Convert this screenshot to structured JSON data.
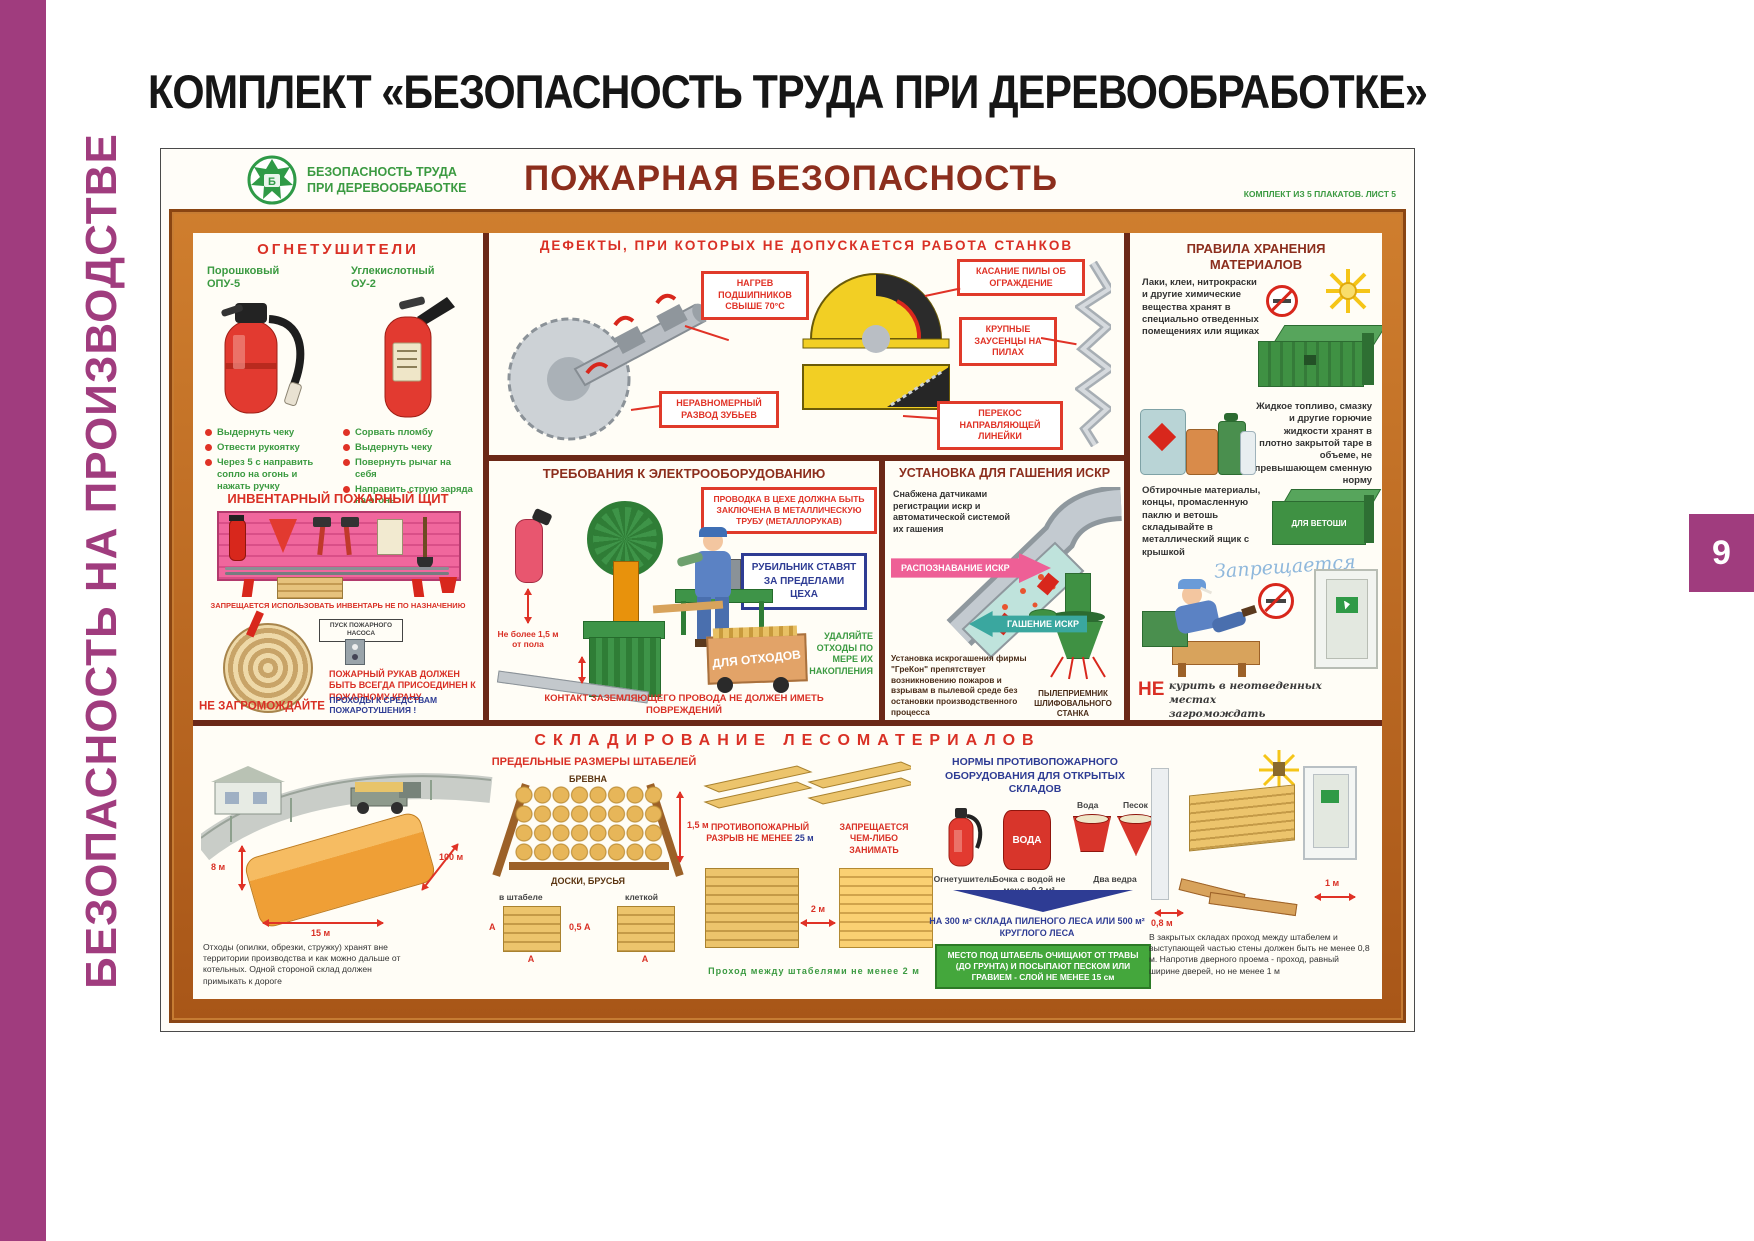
{
  "colors": {
    "accent_purple": "#a03c7e",
    "frame_wood": "#b5661e",
    "divider_brown": "#6b2817",
    "header_red": "#d93025",
    "title_dark_red": "#8c2e1d",
    "green": "#3b9a41",
    "blue": "#2e3c94",
    "arrow_pink": "#ee5f96",
    "arrow_teal": "#3aa79f"
  },
  "page": {
    "sidebar_text": "БЕЗОПАСНОСТЬ НА ПРОИЗВОДСТВЕ",
    "page_number": "9",
    "title": "КОМПЛЕКТ «БЕЗОПАСНОСТЬ ТРУДА ПРИ ДЕРЕВООБРАБОТКЕ»"
  },
  "poster": {
    "header": {
      "logo_letter": "Б",
      "brand_line1": "БЕЗОПАСНОСТЬ  ТРУДА",
      "brand_line2": "ПРИ ДЕРЕВООБРАБОТКЕ",
      "title": "ПОЖАРНАЯ БЕЗОПАСНОСТЬ",
      "sheet_info": "КОМПЛЕКТ ИЗ 5 ПЛАКАТОВ. ЛИСТ 5"
    },
    "extinguishers": {
      "title": "ОГНЕТУШИТЕЛИ",
      "powder_name": "Порошковый",
      "powder_model": "ОПУ-5",
      "co2_name": "Углекислотный",
      "co2_model": "ОУ-2",
      "powder_steps": [
        "Выдернуть чеку",
        "Отвести рукоятку",
        "Через 5 с направить сопло на огонь и нажать ручку"
      ],
      "co2_steps": [
        "Сорвать пломбу",
        "Выдернуть чеку",
        "Повернуть рычаг на себя",
        "Направить струю заряда на огонь"
      ]
    },
    "shield": {
      "title": "ИНВЕНТАРНЫЙ ПОЖАРНЫЙ ЩИТ",
      "misuse_warning": "ЗАПРЕЩАЕТСЯ ИСПОЛЬЗОВАТЬ ИНВЕНТАРЬ НЕ ПО НАЗНАЧЕНИЮ",
      "pump_sign": "ПУСК ПОЖАРНОГО НАСОСА",
      "hose_note": "ПОЖАРНЫЙ РУКАВ ДОЛЖЕН БЫТЬ ВСЕГДА ПРИСОЕДИНЕН К ПОЖАРНОМУ КРАНУ",
      "no_block_lead": "НЕ ЗАГРОМОЖДАЙТЕ",
      "no_block_rest": "ПРОХОДЫ К СРЕДСТВАМ ПОЖАРОТУШЕНИЯ !"
    },
    "defects": {
      "title": "ДЕФЕКТЫ, ПРИ КОТОРЫХ НЕ ДОПУСКАЕТСЯ РАБОТА СТАНКОВ",
      "callout_bearing": "НАГРЕВ ПОДШИПНИКОВ СВЫШЕ 70°С",
      "callout_touch": "КАСАНИЕ ПИЛЫ ОБ ОГРАЖДЕНИЕ",
      "callout_burrs": "КРУПНЫЕ ЗАУСЕНЦЫ НА ПИЛАХ",
      "callout_set": "НЕРАВНОМЕРНЫЙ РАЗВОД ЗУБЬЕВ",
      "callout_skew": "ПЕРЕКОС НАПРАВЛЯЮЩЕЙ ЛИНЕЙКИ"
    },
    "electrical": {
      "title": "ТРЕБОВАНИЯ К ЭЛЕКТРООБОРУДОВАНИЮ",
      "wiring_callout": "ПРОВОДКА В ЦЕХЕ ДОЛЖНА БЫТЬ ЗАКЛЮЧЕНА В МЕТАЛЛИЧЕСКУЮ ТРУБУ (МЕТАЛЛОРУКАВ)",
      "switch_callout": "РУБИЛЬНИК СТАВЯТ ЗА ПРЕДЕЛАМИ ЦЕХА",
      "height_note": "Не более 1,5 м от пола",
      "contact_note": "КОНТАКТ ЗАЗЕМЛЯЮЩЕГО ПРОВОДА НЕ ДОЛЖЕН ИМЕТЬ ПОВРЕЖДЕНИЙ",
      "bin_label": "ДЛЯ ОТХОДОВ",
      "removal_note": "УДАЛЯЙТЕ ОТХОДЫ ПО МЕРЕ ИХ НАКОПЛЕНИЯ"
    },
    "sparks": {
      "title": "УСТАНОВКА ДЛЯ ГАШЕНИЯ ИСКР",
      "description": "Снабжена датчиками регистрации искр и автоматической системой их гашения",
      "detect_label": "РАСПОЗНАВАНИЕ ИСКР",
      "quench_label": "ГАШЕНИЕ ИСКР",
      "grecon_note": "Установка искрогашения фирмы \"ГреКон\" препятствует возникновению пожаров и взрывам в пылевой среде без остановки производственного процесса",
      "dust_label": "ПЫЛЕПРИЕМНИК ШЛИФОВАЛЬНОГО СТАНКА"
    },
    "materials": {
      "title": "ПРАВИЛА ХРАНЕНИЯ МАТЕРИАЛОВ",
      "chem_note": "Лаки, клеи, нитрокраски и другие химические вещества хранят в специально отведенных помещениях или ящиках",
      "fuel_note": "Жидкое топливо, смазку и другие горючие жидкости хранят в плотно закрытой таре в объеме, не превышающем сменную норму",
      "rags_note": "Обтирочные материалы, концы, промасленную паклю и ветошь складывайте в металлический ящик с крышкой",
      "rags_box_label": "ДЛЯ ВЕТОШИ",
      "script_word": "Запрещается",
      "no_lead": "НЕ",
      "no_item1": "курить в неотведенных местах",
      "no_item2": "загромождать эвакуационные выходы"
    },
    "lumber": {
      "title": "СКЛАДИРОВАНИЕ ЛЕСОМАТЕРИАЛОВ",
      "dim_8": "8 м",
      "dim_100": "100 м",
      "dim_15": "15 м",
      "waste_note": "Отходы (опилки, обрезки, стружку) хранят вне территории производства и как можно дальше от котельных. Одной стороной склад должен примыкать к дороге",
      "stack_title": "ПРЕДЕЛЬНЫЕ РАЗМЕРЫ ШТАБЕЛЕЙ",
      "logs_label": "БРЕВНА",
      "logs_dim": "1,5 м",
      "boards_label": "ДОСКИ, БРУСЬЯ",
      "in_stack_label": "в штабеле",
      "cage_label": "клеткой",
      "dim_a": "А",
      "dim_half_a": "0,5 А",
      "firebreak_text": "ПРОТИВОПОЖАРНЫЙ РАЗРЫВ НЕ МЕНЕЕ",
      "firebreak_value": "25 м",
      "occupy_text": "ЗАПРЕЩАЕТСЯ ЧЕМ-ЛИБО ЗАНИМАТЬ",
      "dim_2m": "2 м",
      "pass_caption": "Проход между штабелями не менее 2 м",
      "norms_title": "НОРМЫ ПРОТИВОПОЖАРНОГО ОБОРУДОВАНИЯ ДЛЯ ОТКРЫТЫХ СКЛАДОВ",
      "ext_caption": "Огнетушитель",
      "barrel_word": "ВОДА",
      "barrel_caption": "Бочка с водой не менее 0,2 м³",
      "water_label": "Вода",
      "sand_label": "Песок",
      "buckets_caption": "Два ведра",
      "per_area_text": "НА 300 м² СКЛАДА ПИЛЕНОГО ЛЕСА ИЛИ 500 м² КРУГЛОГО ЛЕСА",
      "ground_note": "МЕСТО ПОД ШТАБЕЛЬ ОЧИЩАЮТ ОТ ТРАВЫ (ДО ГРУНТА) И ПОСЫПАЮТ ПЕСКОМ ИЛИ ГРАВИЕМ - СЛОЙ НЕ МЕНЕЕ 15 см",
      "dim_08": "0,8 м",
      "dim_1m": "1 м",
      "closed_note": "В закрытых складах проход между штабелем и выступающей частью стены должен быть не менее 0,8 м. Напротив дверного проема - проход, равный ширине дверей, но не менее 1 м"
    }
  }
}
